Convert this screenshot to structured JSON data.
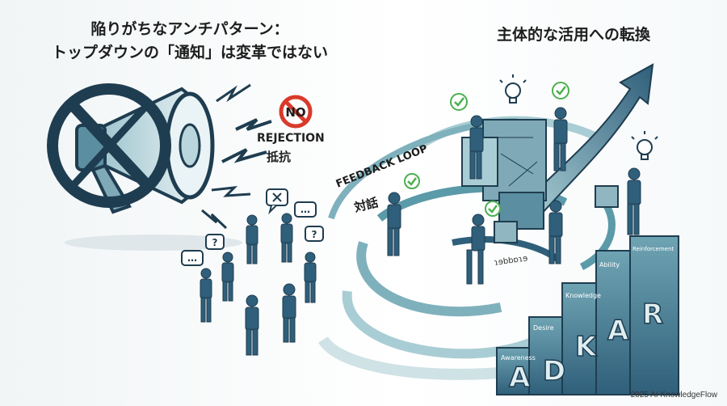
{
  "left_title": {
    "line1": "陥りがちなアンチパターン：",
    "line2": "トップダウンの「通知」は変革ではない"
  },
  "right_title": "主体的な活用への転換",
  "rejection": {
    "no_label": "NO",
    "label_en": "REJECTION",
    "label_jp": "抵抗"
  },
  "feedback": {
    "label_en": "FEEDBACK LOOP",
    "label_jp": "対話",
    "scribble": "ɿɘbbɒɿɘ"
  },
  "adkar": {
    "letters": [
      "A",
      "D",
      "K",
      "A",
      "R"
    ],
    "steps": [
      "Awareness",
      "Desire",
      "Knowledge",
      "Ability",
      "Reinforcement"
    ]
  },
  "credit": "2025 AI KnowledgeFlow",
  "colors": {
    "primary": "#2f5f7a",
    "teal": "#5b9aa8",
    "light_teal": "#a9cdd4",
    "red": "#d93a2b",
    "green": "#4caf50"
  },
  "icons": [
    "megaphone-icon",
    "prohibited-icon",
    "no-sign-icon",
    "lightning-icon",
    "question-bubble-icon",
    "x-bubble-icon",
    "check-bubble-icon",
    "lightbulb-icon",
    "growth-arrow-icon"
  ]
}
